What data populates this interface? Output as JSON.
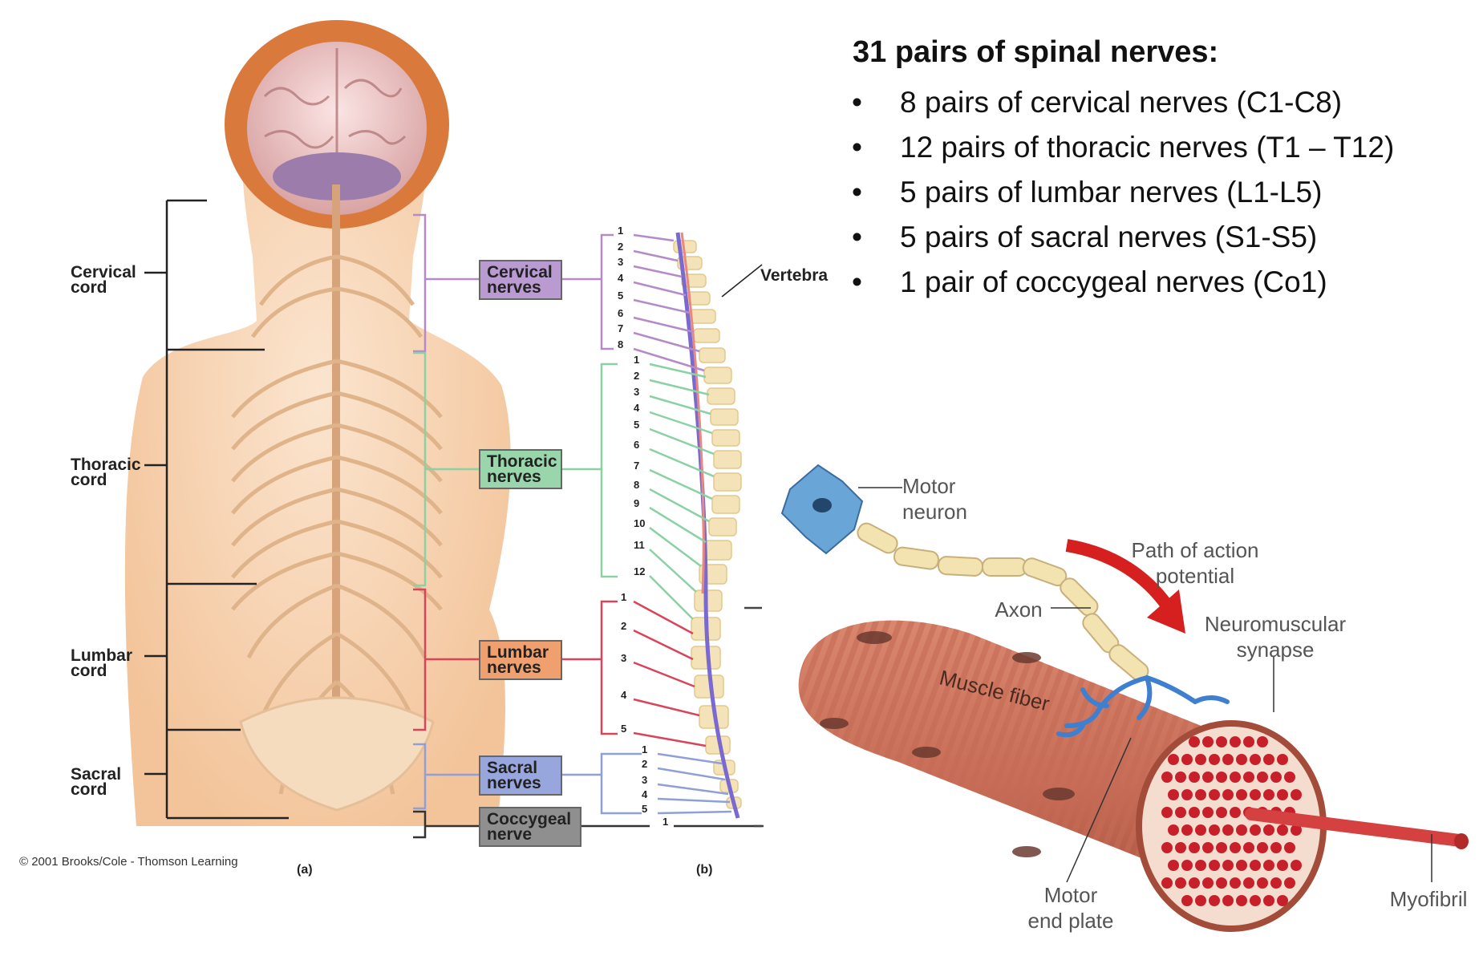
{
  "spinal_nerves": {
    "heading": "31 pairs of spinal nerves:",
    "items": [
      "8 pairs of cervical nerves (C1-C8)",
      "12 pairs of thoracic nerves (T1 – T12)",
      "5 pairs of lumbar nerves (L1-L5)",
      "5 pairs of sacral nerves (S1-S5)",
      "1 pair of coccygeal nerves (Co1)"
    ]
  },
  "figure_a": {
    "cord_labels": {
      "cervical": "Cervical\ncord",
      "thoracic": "Thoracic\ncord",
      "lumbar": "Lumbar\ncord",
      "sacral": "Sacral\ncord"
    },
    "copyright": "© 2001 Brooks/Cole - Thomson Learning",
    "panel": "(a)"
  },
  "figure_b": {
    "panel": "(b)",
    "vertebra_label": "Vertebra",
    "nerve_boxes": {
      "cervical": "Cervical\nnerves",
      "thoracic": "Thoracic\nnerves",
      "lumbar": "Lumbar\nnerves",
      "sacral": "Sacral\nnerves",
      "coccygeal": "Coccygeal\nnerve"
    },
    "colors": {
      "cervical": "#b58ac9",
      "thoracic": "#8ad1a4",
      "lumbar": "#ef9a6a",
      "sacral": "#8f9fd8",
      "coccygeal": "#8c8c8c"
    },
    "numbers": {
      "cervical": [
        "1",
        "2",
        "3",
        "4",
        "5",
        "6",
        "7",
        "8"
      ],
      "thoracic": [
        "1",
        "2",
        "3",
        "4",
        "5",
        "6",
        "7",
        "8",
        "9",
        "10",
        "11",
        "12"
      ],
      "lumbar": [
        "1",
        "2",
        "3",
        "4",
        "5"
      ],
      "sacral": [
        "1",
        "2",
        "3",
        "4",
        "5"
      ],
      "coccygeal": [
        "1"
      ]
    }
  },
  "muscle_figure": {
    "motor_neuron": "Motor\nneuron",
    "path": "Path of action\npotential",
    "axon": "Axon",
    "synapse": "Neuromuscular\nsynapse",
    "muscle_fiber": "Muscle fiber",
    "end_plate": "Motor\nend plate",
    "myofibril": "Myofibril"
  }
}
